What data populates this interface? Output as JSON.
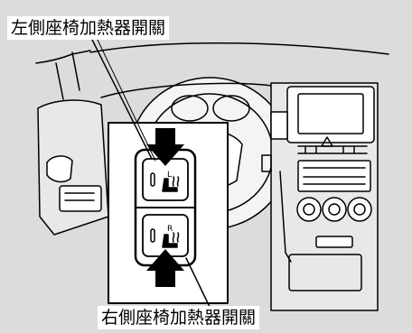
{
  "labels": {
    "left_seat_heater": "左側座椅加熱器開關",
    "right_seat_heater": "右側座椅加熱器開關"
  },
  "switch": {
    "upper_marker": "L",
    "lower_marker": "R"
  },
  "colors": {
    "background": "#dcdcdc",
    "line": "#000000",
    "callout_panel": "#ffffff"
  }
}
